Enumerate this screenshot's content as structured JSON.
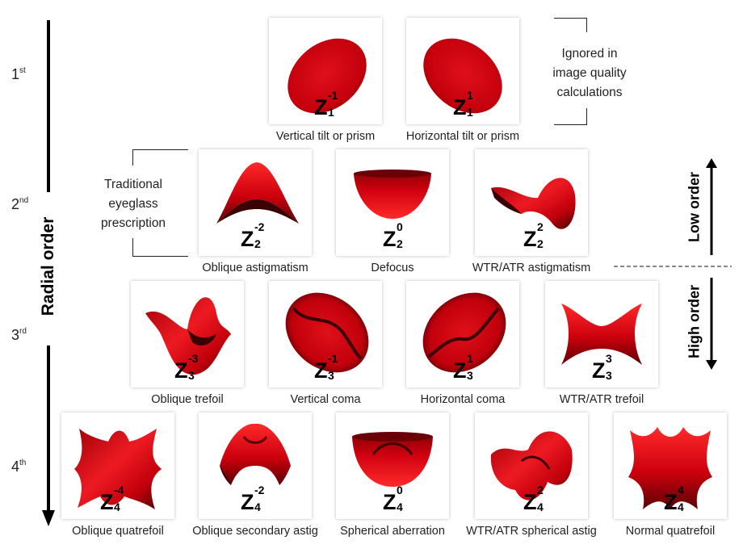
{
  "axis": {
    "title": "Radial order",
    "orders": [
      {
        "num": "1",
        "sup": "st"
      },
      {
        "num": "2",
        "sup": "nd"
      },
      {
        "num": "3",
        "sup": "rd"
      },
      {
        "num": "4",
        "sup": "th"
      }
    ]
  },
  "notes": {
    "ignored": [
      "Ignored in",
      "image quality",
      "calculations"
    ],
    "eyeglass": [
      "Traditional",
      "eyeglass",
      "prescription"
    ],
    "low_order": "Low order",
    "high_order": "High order"
  },
  "colors": {
    "surface": "#d0000f",
    "surface_dark": "#4a0004",
    "surface_light": "#ff2a2a"
  },
  "rows": [
    [
      {
        "n": "1",
        "m": "-1",
        "caption": "Vertical tilt or prism",
        "icon": "tilted-ellipse"
      },
      {
        "n": "1",
        "m": "1",
        "caption": "Horizontal tilt or prism",
        "icon": "tilted-ellipse-mirrored"
      }
    ],
    [
      {
        "n": "2",
        "m": "-2",
        "caption": "Oblique astigmatism",
        "icon": "saddle-arch"
      },
      {
        "n": "2",
        "m": "0",
        "caption": "Defocus",
        "icon": "bowl"
      },
      {
        "n": "2",
        "m": "2",
        "caption": "WTR/ATR astigmatism",
        "icon": "twisted-saddle"
      }
    ],
    [
      {
        "n": "3",
        "m": "-3",
        "caption": "Oblique trefoil",
        "icon": "trefoil-surface"
      },
      {
        "n": "3",
        "m": "-1",
        "caption": "Vertical coma",
        "icon": "coma-surface"
      },
      {
        "n": "3",
        "m": "1",
        "caption": "Horizontal coma",
        "icon": "coma-surface-mirrored"
      },
      {
        "n": "3",
        "m": "3",
        "caption": "WTR/ATR trefoil",
        "icon": "trefoil-surface-alt"
      }
    ],
    [
      {
        "n": "4",
        "m": "-4",
        "caption": "Oblique quatrefoil",
        "icon": "quatrefoil-surface"
      },
      {
        "n": "4",
        "m": "-2",
        "caption": "Oblique secondary astig",
        "icon": "secondary-astig-surface"
      },
      {
        "n": "4",
        "m": "0",
        "caption": "Spherical aberration",
        "icon": "spherical-surface"
      },
      {
        "n": "4",
        "m": "2",
        "caption": "WTR/ATR spherical astig",
        "icon": "secondary-astig-surface-alt"
      },
      {
        "n": "4",
        "m": "4",
        "caption": "Normal quatrefoil",
        "icon": "quatrefoil-surface-alt"
      }
    ]
  ]
}
